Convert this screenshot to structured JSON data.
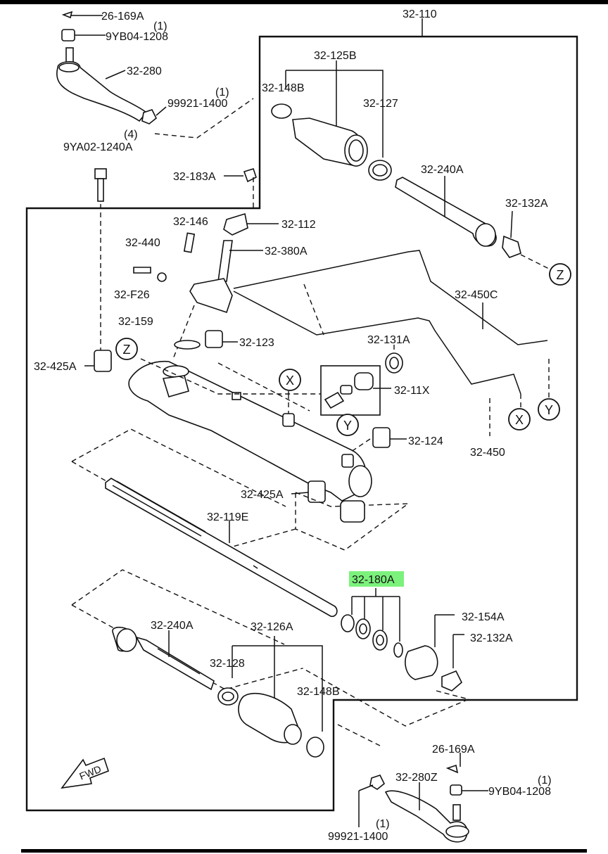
{
  "group_label": "32-110",
  "parts": {
    "p26_169A_top": "26-169A",
    "p1_top": "(1)",
    "p9YB04_1208_top": "9YB04-1208",
    "p32_280": "32-280",
    "p1_nut": "(1)",
    "p99921_1400_top": "99921-1400",
    "p4": "(4)",
    "p9YA02_1240A": "9YA02-1240A",
    "p32_183A": "32-183A",
    "p32_125B": "32-125B",
    "p32_148B_top": "32-148B",
    "p32_127": "32-127",
    "p32_240A_top": "32-240A",
    "p32_132A_top": "32-132A",
    "p32_146": "32-146",
    "p32_112": "32-112",
    "p32_440": "32-440",
    "p32_380A": "32-380A",
    "p32_F26": "32-F26",
    "p32_450C": "32-450C",
    "p32_159": "32-159",
    "p32_123": "32-123",
    "p32_131A": "32-131A",
    "p32_425A_left": "32-425A",
    "p32_11X": "32-11X",
    "p32_124": "32-124",
    "p32_450": "32-450",
    "p32_425A_mid": "32-425A",
    "p32_119E": "32-119E",
    "p32_180A": "32-180A",
    "p32_154A": "32-154A",
    "p32_132A_bot": "32-132A",
    "p32_240A_bot": "32-240A",
    "p32_126A": "32-126A",
    "p32_128": "32-128",
    "p32_148B_bot": "32-148B",
    "p26_169A_bot": "26-169A",
    "p32_280Z": "32-280Z",
    "p1_bot": "(1)",
    "p9YB04_1208_bot": "9YB04-1208",
    "p1_bottom_nut": "(1)",
    "p99921_1400_bot": "99921-1400"
  },
  "markers": {
    "z_left": "Z",
    "z_right": "Z",
    "x_center": "X",
    "x_right": "X",
    "y_center": "Y",
    "y_right": "Y"
  },
  "fwd": "FWD",
  "colors": {
    "highlight": "#7cf27c",
    "ink": "#111111"
  }
}
